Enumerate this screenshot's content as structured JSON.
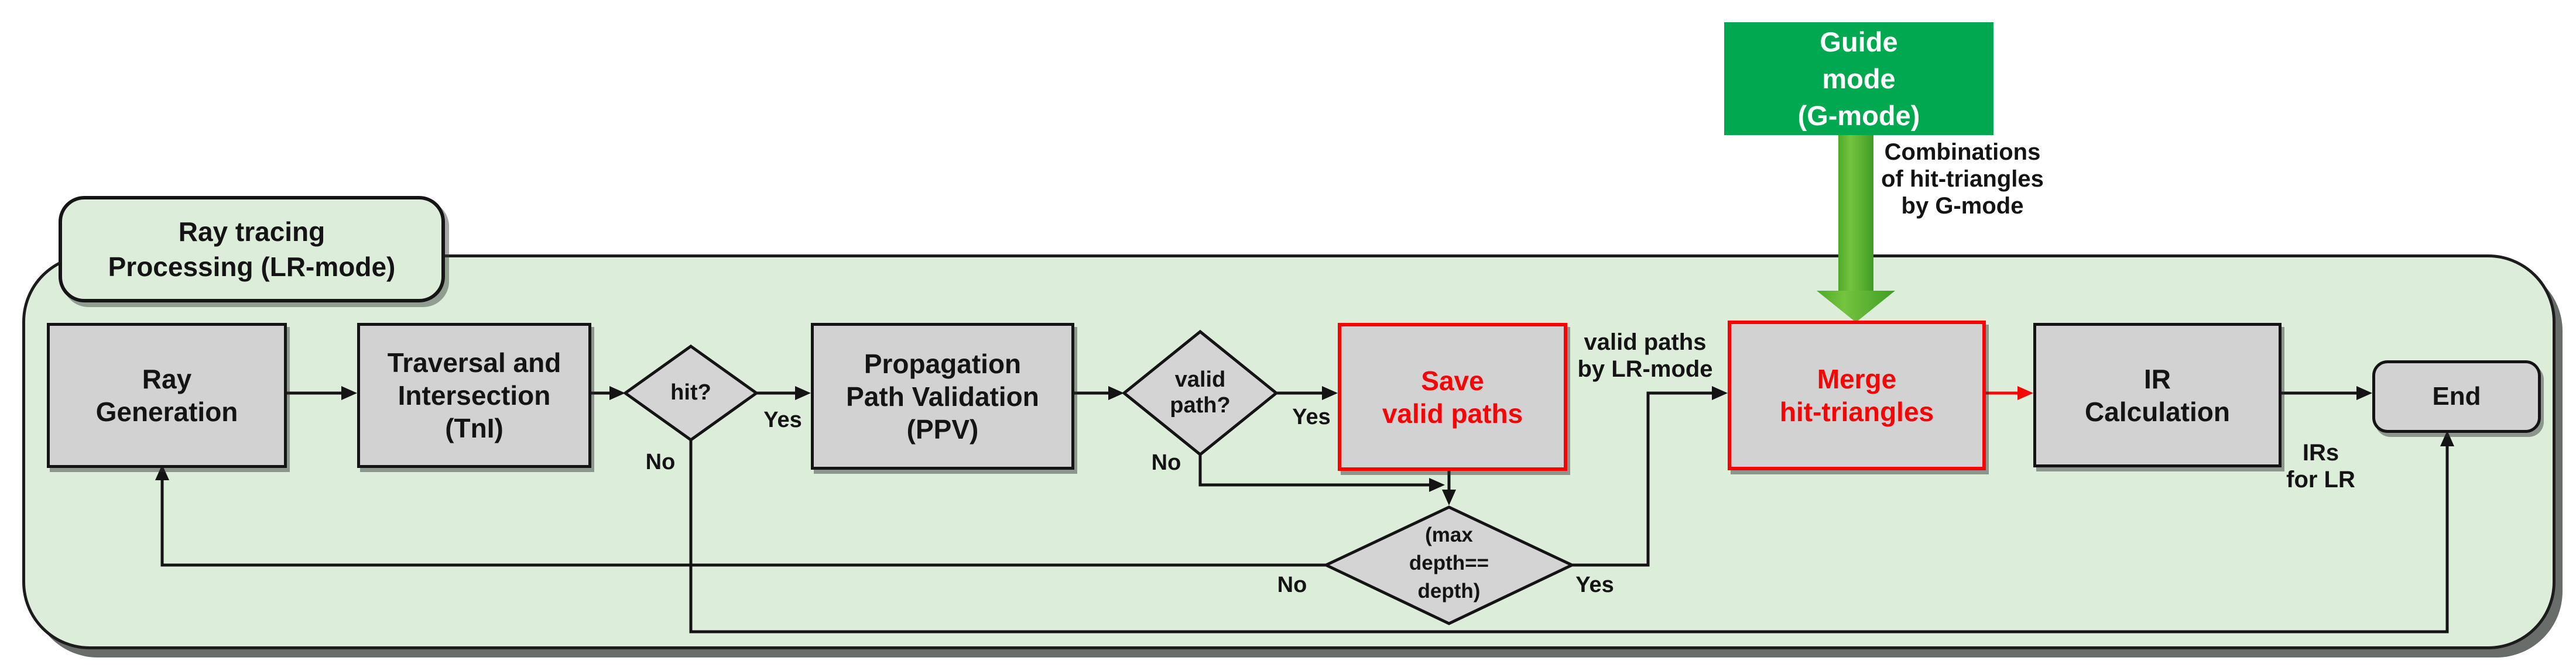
{
  "title_label": {
    "text": "Ray tracing\nProcessing (LR-mode)"
  },
  "guide_box": {
    "text": "Guide\nmode\n(G-mode)"
  },
  "boxes": {
    "ray_generation": "Ray\nGeneration",
    "tni": "Traversal and\nIntersection\n(TnI)",
    "ppv": "Propagation\nPath Validation\n(PPV)",
    "save_valid_paths": "Save\nvalid paths",
    "merge_hit_triangles": "Merge\nhit-triangles",
    "ir_calculation": "IR\nCalculation",
    "end": "End"
  },
  "diamonds": {
    "hit": "hit?",
    "valid_path": "valid\npath?",
    "max_depth": "(max\ndepth==\ndepth)"
  },
  "edge_labels": {
    "hit_yes": "Yes",
    "hit_no": "No",
    "valid_yes": "Yes",
    "valid_no": "No",
    "depth_yes": "Yes",
    "depth_no": "No"
  },
  "annotations": {
    "combinations": "Combinations\nof hit-triangles\nby G-mode",
    "valid_paths_by_lr": "valid paths\nby LR-mode",
    "irs_for_lr": "IRs\nfor LR"
  },
  "colors": {
    "container_fill": "#dcedda",
    "node_fill": "#d2d2d2",
    "outline": "#141414",
    "accent_red": "#f50505",
    "guide_green": "#00a94f",
    "arrow_green_light": "#74c43e",
    "arrow_green_dark": "#3f9d24"
  }
}
